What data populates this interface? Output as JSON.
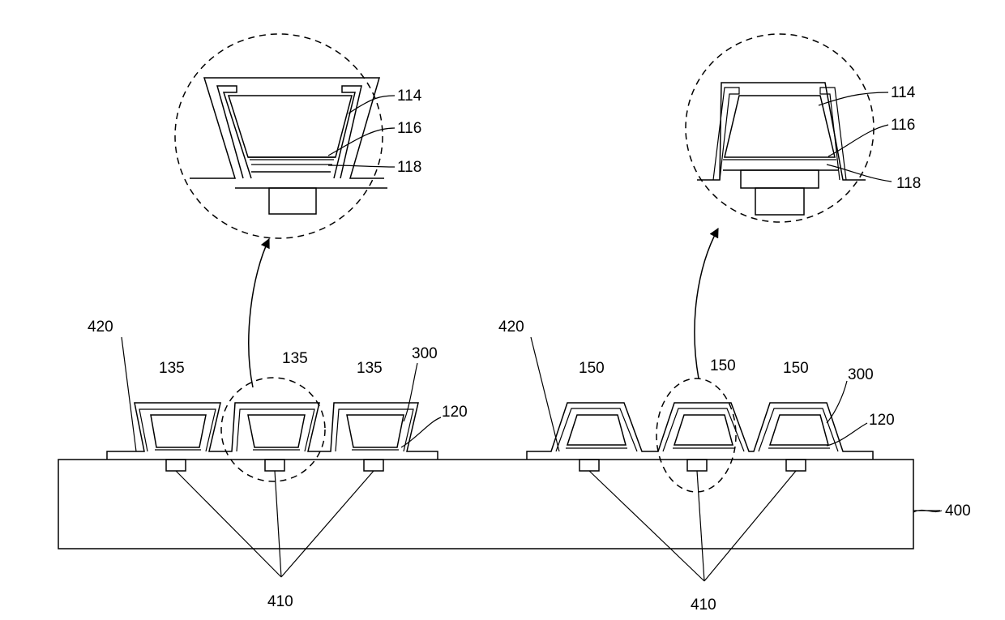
{
  "labels": {
    "l420a": "420",
    "l420b": "420",
    "l135a": "135",
    "l135b": "135",
    "l135c": "135",
    "l300a": "300",
    "l300b": "300",
    "l120a": "120",
    "l120b": "120",
    "l150a": "150",
    "l150b": "150",
    "l150c": "150",
    "l400": "400",
    "l410a": "410",
    "l410b": "410",
    "l114a": "114",
    "l116a": "116",
    "l118a": "118",
    "l114b": "114",
    "l116b": "116",
    "l118b": "118"
  }
}
